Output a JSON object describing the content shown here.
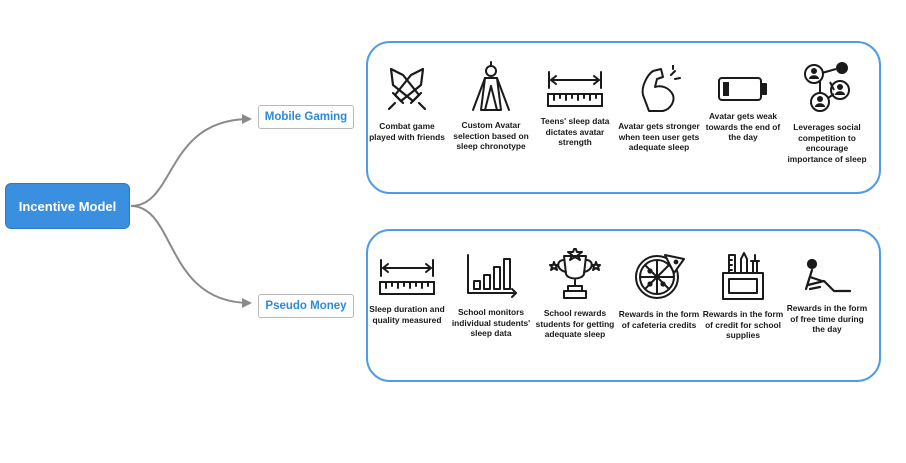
{
  "root": {
    "label": "Incentive Model"
  },
  "colors": {
    "accent": "#3b8fe0",
    "panel_border": "#4d9de6",
    "connector": "#8a8a8a",
    "branch_text": "#2d8ad9"
  },
  "branches": [
    {
      "label": "Mobile Gaming",
      "items": [
        {
          "icon": "crossed-swords-icon",
          "caption": "Combat game played with friends"
        },
        {
          "icon": "avatar-figure-icon",
          "caption": "Custom Avatar selection based on sleep chronotype"
        },
        {
          "icon": "ruler-measure-icon",
          "caption": "Teens' sleep data dictates avatar strength"
        },
        {
          "icon": "flexed-arm-icon",
          "caption": "Avatar gets stronger when teen user gets adequate sleep"
        },
        {
          "icon": "low-battery-icon",
          "caption": "Avatar gets weak towards the end of the day"
        },
        {
          "icon": "social-network-icon",
          "caption": "Leverages social competition to encourage importance of sleep"
        }
      ]
    },
    {
      "label": "Pseudo Money",
      "items": [
        {
          "icon": "ruler-measure-icon",
          "caption": "Sleep duration and quality measured"
        },
        {
          "icon": "bar-chart-icon",
          "caption": "School monitors individual students' sleep data"
        },
        {
          "icon": "trophy-icon",
          "caption": "School rewards students for getting adequate sleep"
        },
        {
          "icon": "pizza-icon",
          "caption": "Rewards in the form of cafeteria credits"
        },
        {
          "icon": "school-supplies-icon",
          "caption": "Rewards in the form of credit for school supplies"
        },
        {
          "icon": "reclining-person-icon",
          "caption": "Rewards in the form of free time during the day"
        }
      ]
    }
  ]
}
